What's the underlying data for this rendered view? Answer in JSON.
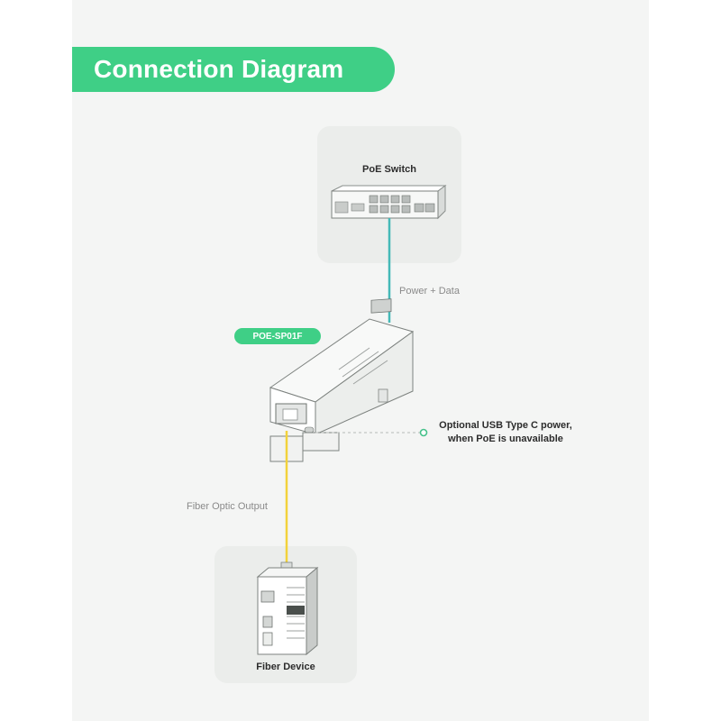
{
  "header": {
    "title": "Connection Diagram"
  },
  "nodes": {
    "poe_switch": {
      "label": "PoE Switch"
    },
    "converter": {
      "model": "POE-SP01F"
    },
    "fiber_device": {
      "label": "Fiber Device"
    }
  },
  "links": {
    "power_data": {
      "label": "Power + Data",
      "color": "#45b9b7"
    },
    "fiber_output": {
      "label": "Fiber Optic Output",
      "color": "#f2d23a"
    },
    "usb_power": {
      "line1": "Optional USB Type C power,",
      "line2": "when PoE is unavailable",
      "color": "#45c18a"
    }
  },
  "colors": {
    "accent": "#3fcf86"
  }
}
